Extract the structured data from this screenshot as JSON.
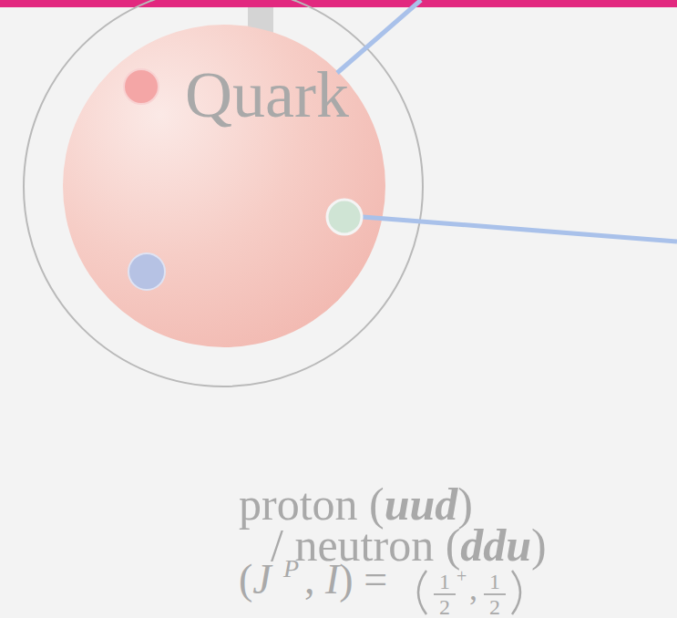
{
  "diagram": {
    "labels": [
      "Quark",
      "proton (uud)",
      "/ neutron (ddu)",
      "(J",
      "P",
      ", I) =",
      "1",
      "2",
      "+",
      ",",
      "1",
      "2"
    ]
  }
}
